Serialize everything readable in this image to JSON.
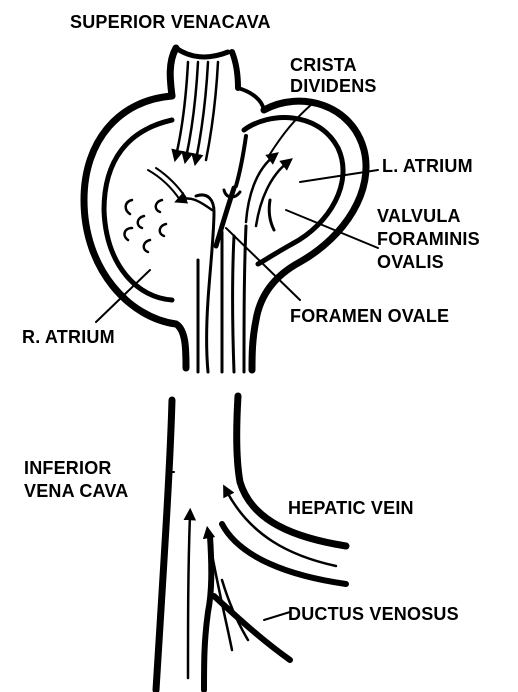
{
  "labels": {
    "superior_vena_cava": "SUPERIOR VENACAVA",
    "crista_dividens": [
      "CRISTA",
      "DIVIDENS"
    ],
    "l_atrium": "L. ATRIUM",
    "valvula_foraminis_ovalis": [
      "VALVULA",
      "FORAMINIS",
      "OVALIS"
    ],
    "foramen_ovale": "FORAMEN OVALE",
    "r_atrium": "R. ATRIUM",
    "inferior_vena_cava": [
      "INFERIOR",
      "VENA CAVA"
    ],
    "hepatic_vein": "HEPATIC VEIN",
    "ductus_venosus": "DUCTUS VENOSUS"
  },
  "colors": {
    "ink": "#000000",
    "background": "#ffffff"
  }
}
